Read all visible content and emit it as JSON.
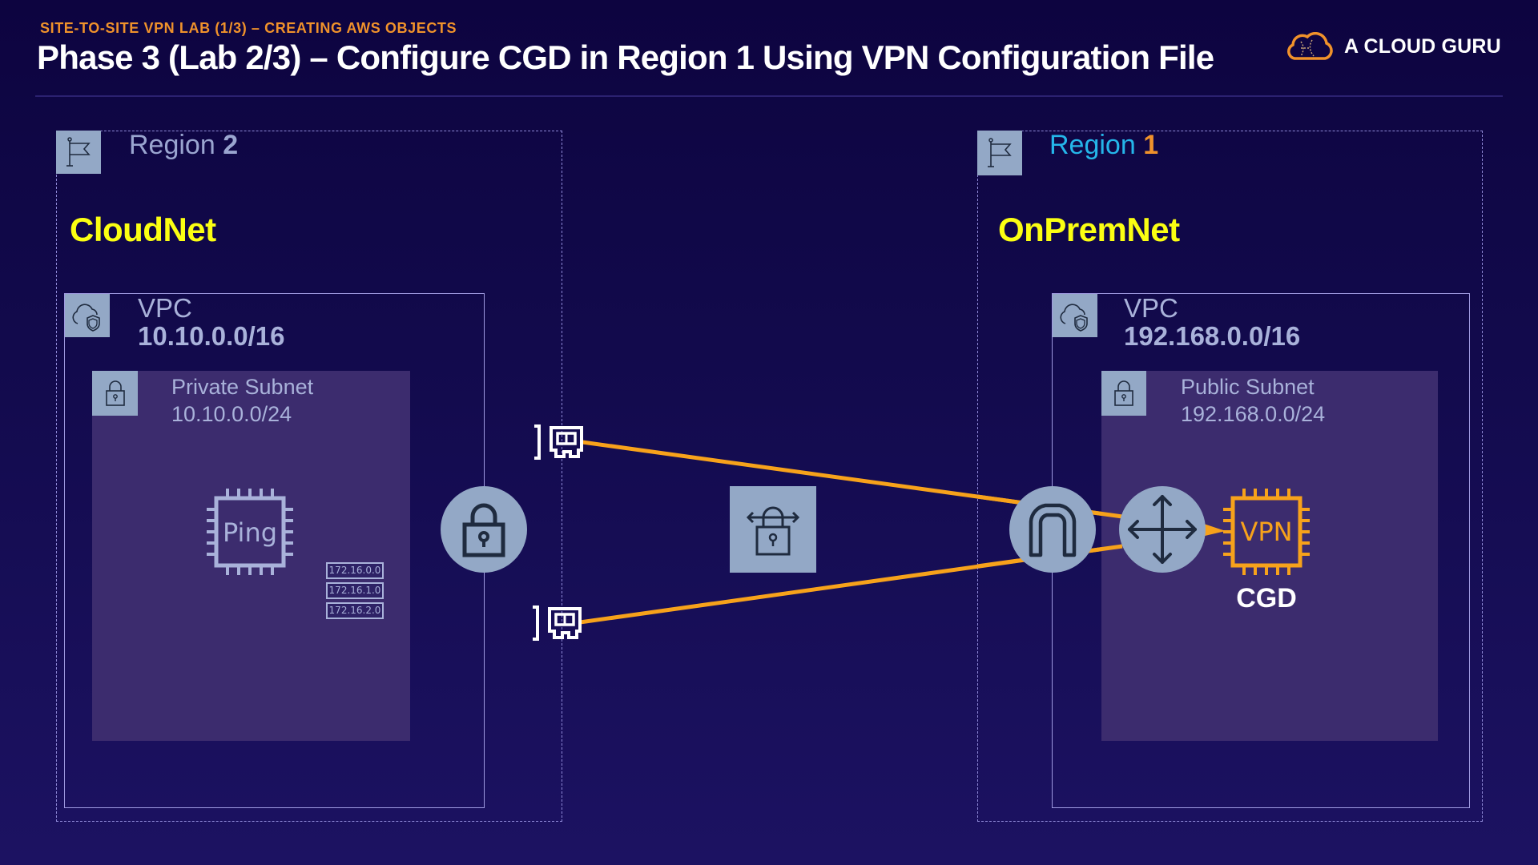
{
  "header": {
    "subtitle": "SITE-TO-SITE VPN LAB (1/3) – CREATING AWS OBJECTS",
    "title": "Phase 3 (Lab 2/3) – Configure CGD in Region 1 Using VPN Configuration File",
    "logo_text": "A CLOUD GURU"
  },
  "colors": {
    "accent_orange": "#f0922b",
    "network_name_yellow": "#fbff12",
    "region1_blue": "#25b6ea",
    "icon_bg": "#93a8c6",
    "subnet_fill": "#3c2c6e",
    "connection_line": "#f7a21b"
  },
  "left_region": {
    "label": "Region",
    "number": "2",
    "network_name": "CloudNet",
    "vpc": {
      "label": "VPC",
      "cidr": "10.10.0.0/16"
    },
    "subnet": {
      "label": "Private Subnet",
      "cidr": "10.10.0.0/24"
    },
    "instance": {
      "label": "Ping"
    },
    "route_table": [
      "172.16.0.0",
      "172.16.1.0",
      "172.16.2.0"
    ],
    "icons": {
      "region": "flag-icon",
      "vpc": "cloud-shield-icon",
      "subnet": "padlock-icon",
      "gateway": "padlock-icon"
    }
  },
  "right_region": {
    "label": "Region",
    "number": "1",
    "network_name": "OnPremNet",
    "vpc": {
      "label": "VPC",
      "cidr": "192.168.0.0/16"
    },
    "subnet": {
      "label": "Public Subnet",
      "cidr": "192.168.0.0/24"
    },
    "instance": {
      "label": "VPN",
      "caption": "CGD"
    },
    "icons": {
      "region": "flag-icon",
      "vpc": "cloud-shield-icon",
      "subnet": "padlock-icon",
      "gateway": "internet-gateway-icon",
      "router": "router-arrows-icon"
    }
  },
  "connection": {
    "icon": "vpn-connection-icon",
    "tunnels": 2,
    "endpoint_icon": "network-interface-icon"
  }
}
